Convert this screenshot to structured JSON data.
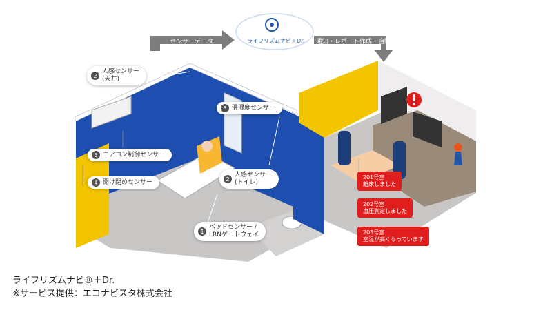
{
  "flow": {
    "sensor_data": "センサーデータ",
    "cloud_name": "ライフリズムナビ＋Dr.",
    "output": "通知・レポート作成・自動記録"
  },
  "sensors": [
    {
      "num": "2",
      "label": "人感センサー\n(天井)"
    },
    {
      "num": "3",
      "label": "温湿度センサー"
    },
    {
      "num": "5",
      "label": "エアコン制御センサー"
    },
    {
      "num": "4",
      "label": "開け閉めセンサー"
    },
    {
      "num": "2",
      "label": "人感センサー\n(トイレ)"
    },
    {
      "num": "1",
      "label": "ベッドセンサー /\nLRNゲートウェイ"
    }
  ],
  "alerts": [
    {
      "room": "201号室",
      "message": "離床しました"
    },
    {
      "room": "202号室",
      "message": "血圧測定しました"
    },
    {
      "room": "203号室",
      "message": "室温が高くなっています"
    }
  ],
  "caption": {
    "line1": "ライフリズムナビ®＋Dr.",
    "line2": "※サービス提供：エコナビスタ株式会社"
  },
  "colors": {
    "blue": "#1e4fb0",
    "yellow": "#f2c500",
    "red": "#e01e1e",
    "arrow_gray": "#7d7d7d",
    "floor_gray": "#c9c6c6"
  }
}
